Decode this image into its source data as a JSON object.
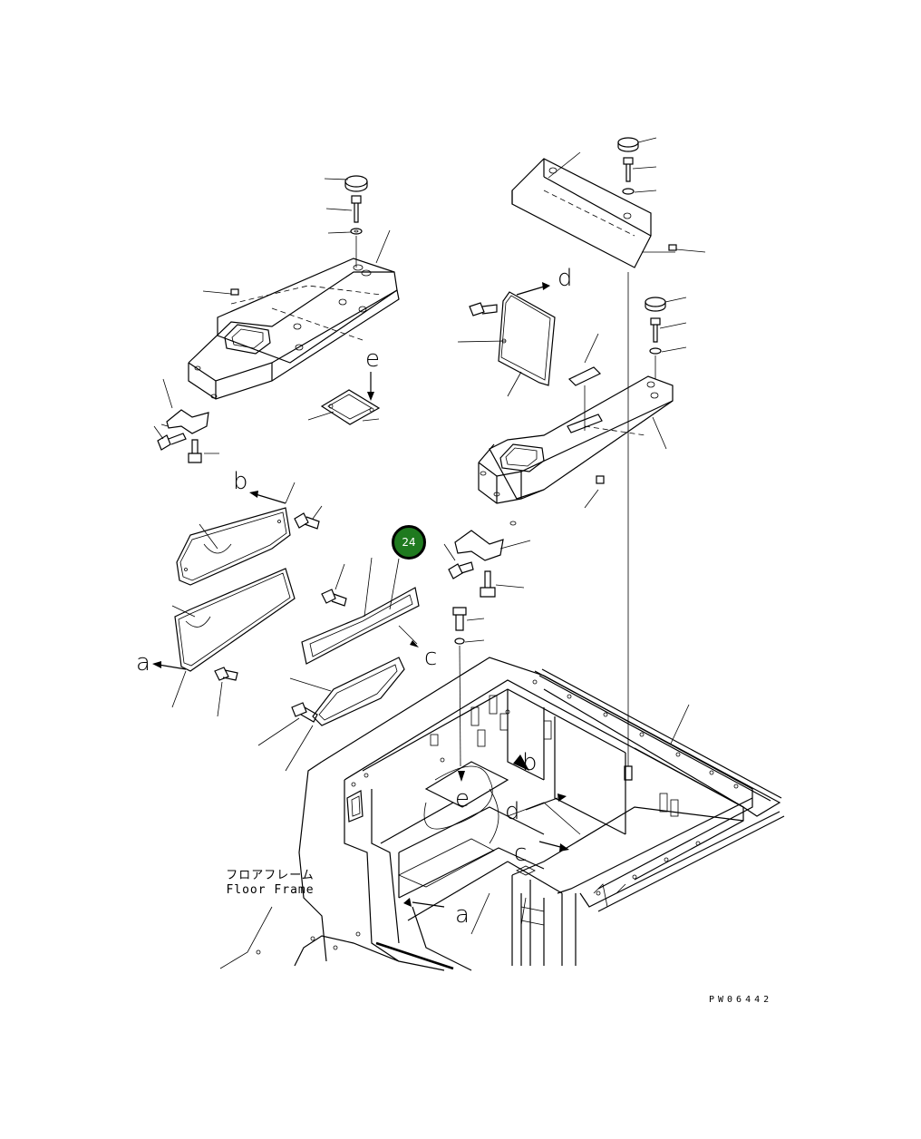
{
  "figure": {
    "drawing_number": "PW06442",
    "floor_frame_label_jp": "フロアフレーム",
    "floor_frame_label_en": "Floor Frame"
  },
  "callout": {
    "number": "24",
    "color": "#1f7a1f"
  },
  "view_letters": {
    "a_left": "a",
    "b_top": "b",
    "c_mid": "c",
    "d_top": "d",
    "e_top": "e",
    "e_frame": "e",
    "b_frame": "b",
    "d_frame": "d",
    "c_frame": "c",
    "a_frame": "a"
  }
}
